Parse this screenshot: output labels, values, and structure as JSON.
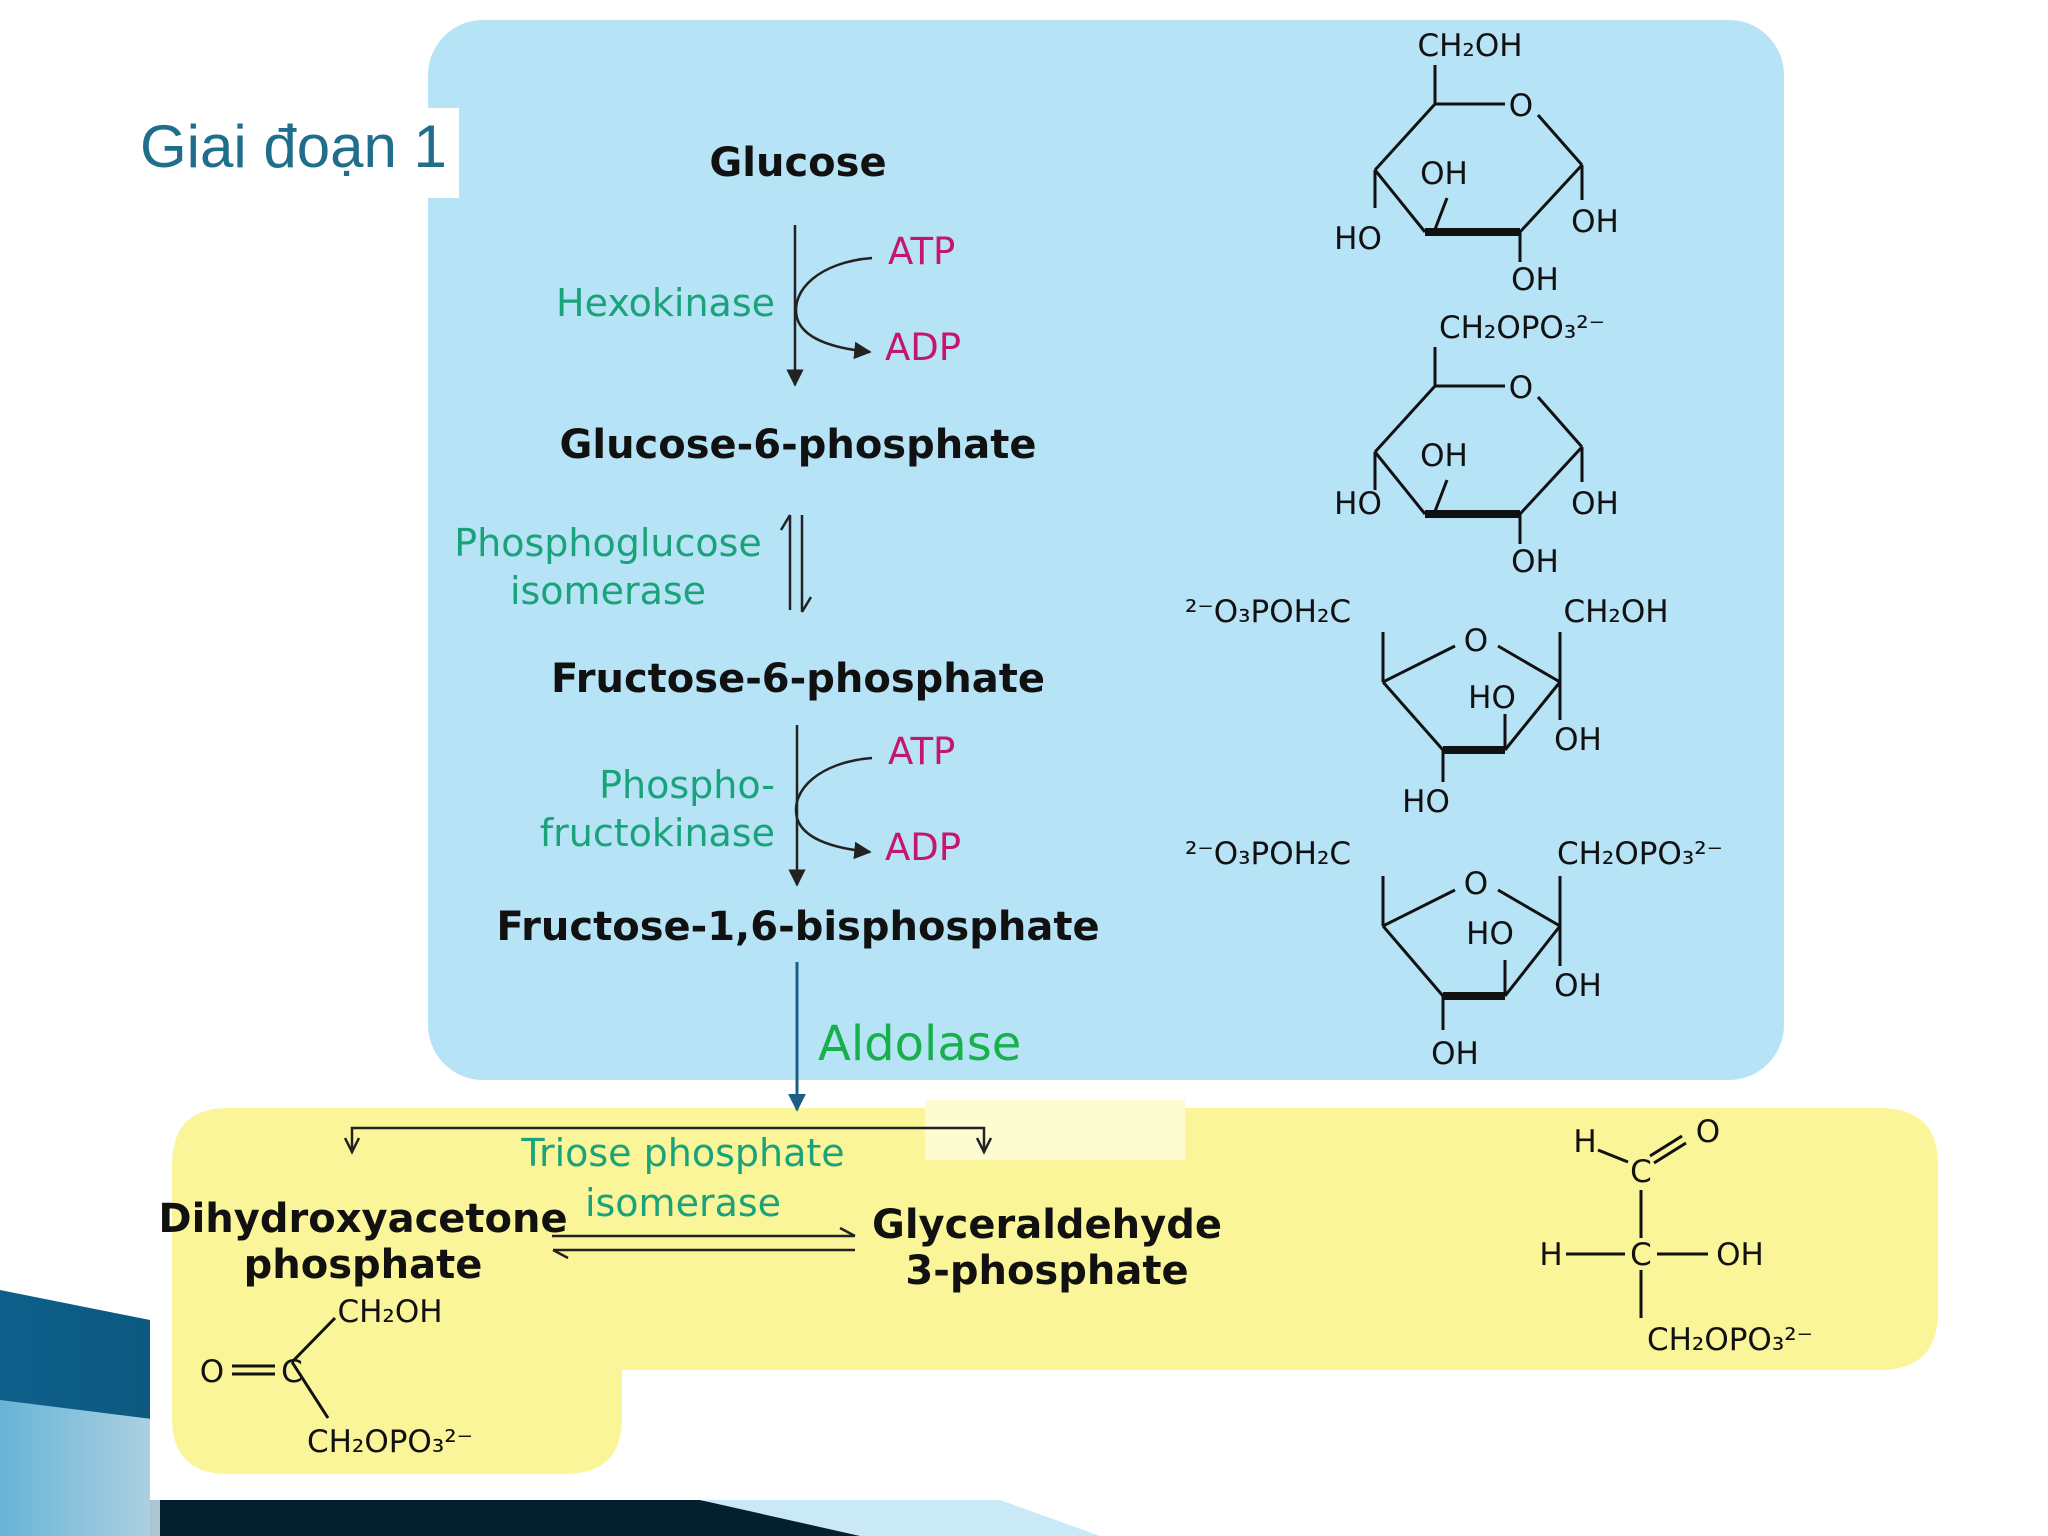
{
  "title": "Giai đoạn 1",
  "colors": {
    "upper_box": "#b7e3f7",
    "lower_box": "#fbf59a",
    "enzyme": "#1aa37a",
    "cofactor": "#c4166a",
    "title": "#1f6e8c",
    "aldolase_arrow": "#1b5f86",
    "aldolase_text": "#18b04a"
  },
  "metabolites": {
    "glucose": "Glucose",
    "g6p": "Glucose-6-phosphate",
    "f6p": "Fructose-6-phosphate",
    "f16bp": "Fructose-1,6-bisphosphate",
    "dhap_line1": "Dihydroxyacetone",
    "dhap_line2": "phosphate",
    "g3p_line1": "Glyceraldehyde",
    "g3p_line2": "3-phosphate"
  },
  "enzymes": {
    "hexokinase": "Hexokinase",
    "pgi_line1": "Phosphoglucose",
    "pgi_line2": "isomerase",
    "pfk_line1": "Phospho-",
    "pfk_line2": "fructokinase",
    "aldolase": "Aldolase",
    "tpi_line1": "Triose phosphate",
    "tpi_line2": "isomerase"
  },
  "cofactors": {
    "atp": "ATP",
    "adp": "ADP"
  },
  "structures": {
    "glucose": {
      "top": "CH₂OH",
      "ring_o": "O",
      "oh_inner": "OH",
      "left": "HO",
      "right": "OH",
      "bottom": "OH"
    },
    "g6p": {
      "top": "CH₂OPO₃²⁻",
      "ring_o": "O",
      "oh_inner": "OH",
      "left": "HO",
      "right": "OH",
      "bottom": "OH"
    },
    "f6p": {
      "left": "²⁻O₃POH₂C",
      "right": "CH₂OH",
      "ring_o": "O",
      "ho_inner": "HO",
      "oh_right": "OH",
      "bottom": "HO"
    },
    "f16bp": {
      "left": "²⁻O₃POH₂C",
      "right": "CH₂OPO₃²⁻",
      "ring_o": "O",
      "ho_inner": "HO",
      "oh_right": "OH",
      "bottom": "OH"
    },
    "dhap": {
      "top": "CH₂OH",
      "o": "O",
      "c": "C",
      "bottom": "CH₂OPO₃²⁻"
    },
    "g3p": {
      "h1": "H",
      "c1": "C",
      "o": "O",
      "h2": "H",
      "c2": "C",
      "oh": "OH",
      "bottom": "CH₂OPO₃²⁻"
    }
  }
}
